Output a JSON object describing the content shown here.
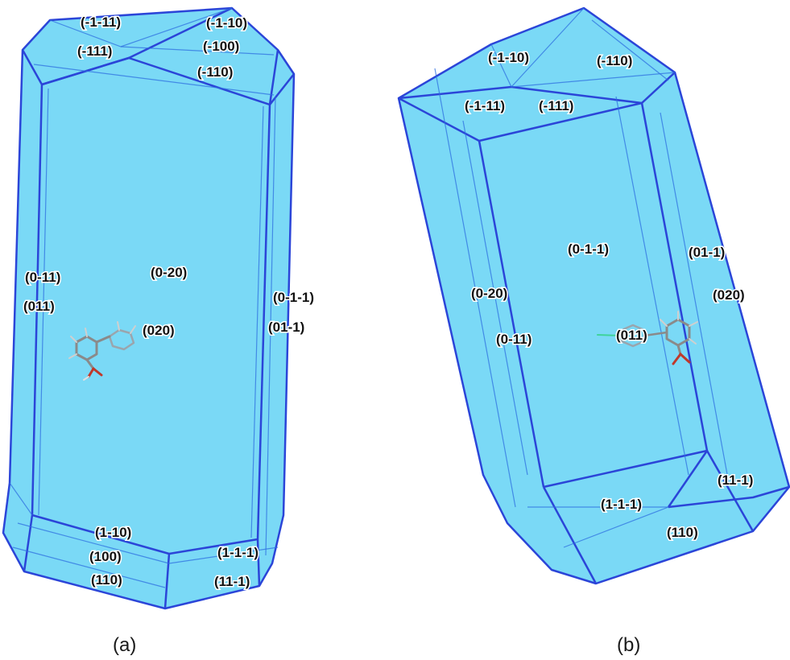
{
  "colors": {
    "crystal_fill": "#6fd6f5",
    "edge": "#2b45d8",
    "hidden_edge": "#2f6fe0",
    "label_text": "#111111",
    "molecule_carbon": "#8a8a8a",
    "molecule_oxygen": "#c0392b"
  },
  "panel_a": {
    "caption": "(a)",
    "faces": {
      "m1m111": "(-1-11)",
      "m1m110": "(-1-10)",
      "m100": "(-100)",
      "m111": "(-111)",
      "m110": "(-110)",
      "z_m11": "(0-11)",
      "z_m20": "(0-20)",
      "z_11": "(011)",
      "z_20": "(020)",
      "z_m1m1": "(0-1-1)",
      "z_1m1": "(01-1)",
      "p1m10": "(1-10)",
      "p100": "(100)",
      "p110": "(110)",
      "p1m1m1": "(1-1-1)",
      "p11m1": "(11-1)"
    }
  },
  "panel_b": {
    "caption": "(b)",
    "faces": {
      "m1m110": "(-1-10)",
      "m110": "(-110)",
      "m1m111": "(-1-11)",
      "m111": "(-111)",
      "z_m1m1": "(0-1-1)",
      "z_1m1": "(01-1)",
      "z_m20": "(0-20)",
      "z_20": "(020)",
      "z_m11": "(0-11)",
      "z_11": "(011)",
      "p11m1": "(11-1)",
      "p1m1m1": "(1-1-1)",
      "p110": "(110)"
    }
  }
}
